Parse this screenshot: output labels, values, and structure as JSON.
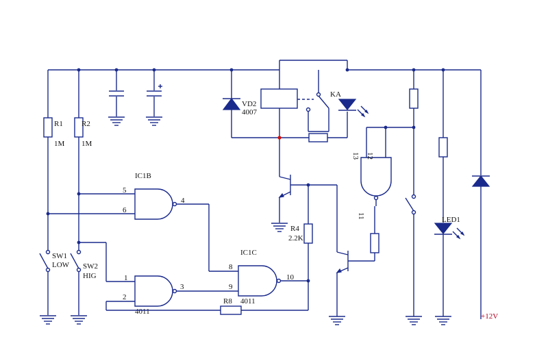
{
  "labels": {
    "r1": "R1",
    "r1_val": "1M",
    "r2": "R2",
    "r2_val": "1M",
    "ic1b": "IC1B",
    "ic1c": "IC1C",
    "ic1c_sub": "4011",
    "ic1b_sub": "4011",
    "vd2": "VD2",
    "vd2_val": "4007",
    "ka": "KA",
    "r4": "R4",
    "r4_val": "2.2K",
    "r8": "R8",
    "led1": "LED1",
    "sw1": "SW1",
    "sw1_mode": "LOW",
    "sw2": "SW2",
    "sw2_mode": "HIG",
    "supply": "+12V",
    "pin_1": "1",
    "pin_2": "2",
    "pin_3": "3",
    "pin_4": "4",
    "pin_5": "5",
    "pin_6": "6",
    "pin_8": "8",
    "pin_9": "9",
    "pin_10": "10",
    "pin_11": "11",
    "pin_12": "12",
    "pin_13": "13"
  },
  "colors": {
    "wire": "#1a2a8c",
    "text": "#111111",
    "supply_text": "#b00020",
    "junction_red": "#cc1111"
  }
}
